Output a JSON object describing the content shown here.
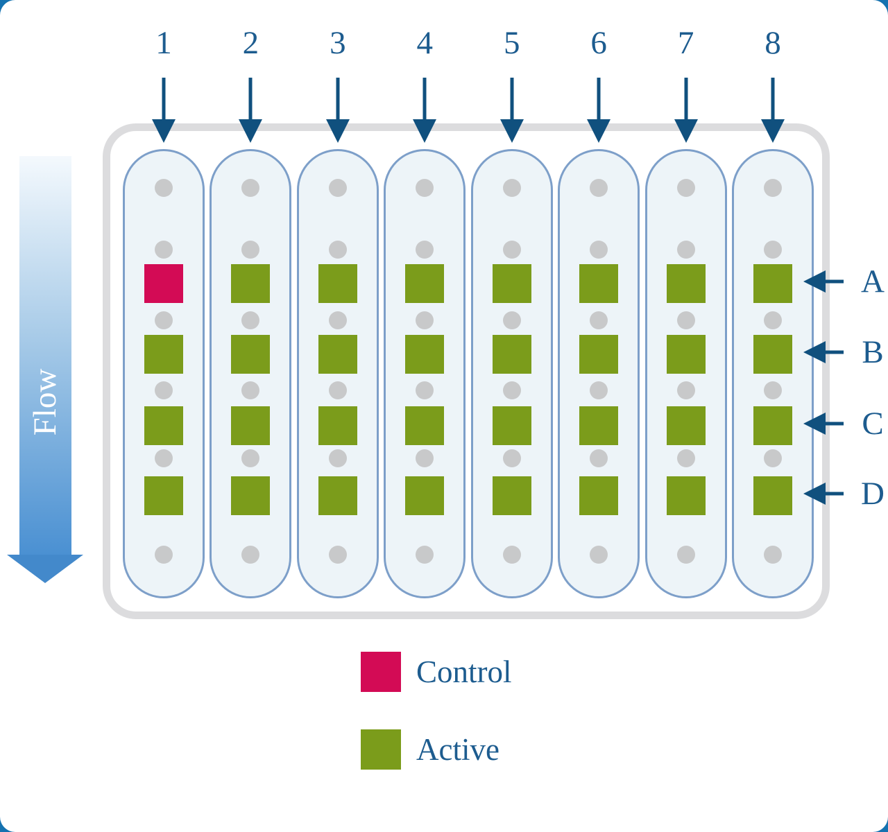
{
  "figure": {
    "flow_label": "Flow",
    "columns": [
      "1",
      "2",
      "3",
      "4",
      "5",
      "6",
      "7",
      "8"
    ],
    "rows": [
      "A",
      "B",
      "C",
      "D"
    ],
    "control_wells": [
      "A1"
    ],
    "legend": [
      {
        "label": "Control",
        "type": "control"
      },
      {
        "label": "Active",
        "type": "active"
      }
    ],
    "colors": {
      "control": "#d30b55",
      "active": "#7b9c1b",
      "capsule_fill": "#edf4f8",
      "capsule_border": "#7d9fc9",
      "plate_border": "#dcdcde",
      "dot": "#c8c9ca",
      "label_text": "#1d5c8f",
      "arrow": "#10507e",
      "flow_gradient_start": "#f4f9fd",
      "flow_gradient_end": "#4a90d2",
      "background_accent": "#1572b0"
    }
  }
}
